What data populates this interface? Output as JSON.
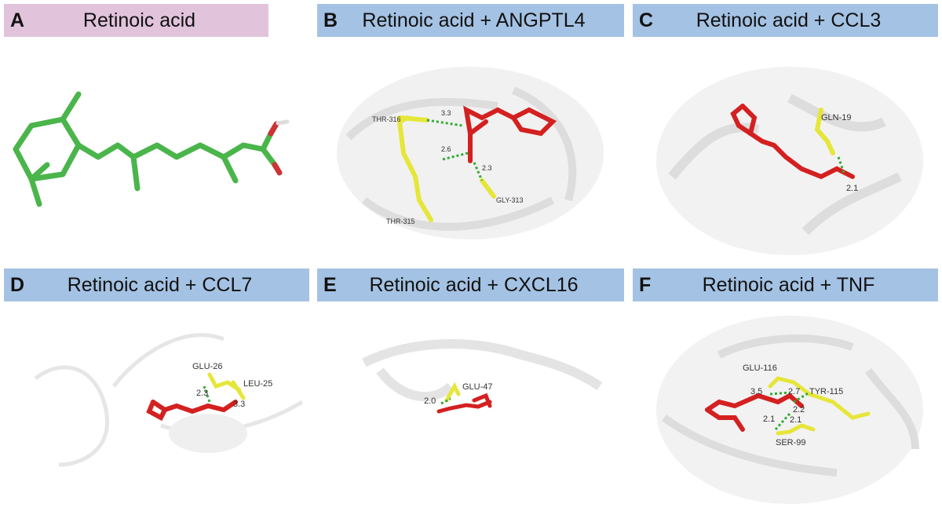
{
  "panels": [
    {
      "letter": "A",
      "title": "Retinoic acid",
      "color": "#e1c4dc"
    },
    {
      "letter": "B",
      "title": "Retinoic acid + ANGPTL4",
      "color": "#a4c2e3",
      "residues": [
        "THR-316",
        "THR-315",
        "GLY-313"
      ],
      "distances": [
        "3.3",
        "2.6",
        "2.3"
      ]
    },
    {
      "letter": "C",
      "title": "Retinoic acid + CCL3",
      "color": "#a4c2e3",
      "residues": [
        "GLN-19"
      ],
      "distances": [
        "2.1"
      ]
    },
    {
      "letter": "D",
      "title": "Retinoic acid + CCL7",
      "color": "#a4c2e3",
      "residues": [
        "GLU-26",
        "LEU-25"
      ],
      "distances": [
        "2.3",
        "3.3"
      ]
    },
    {
      "letter": "E",
      "title": "Retinoic acid + CXCL16",
      "color": "#a4c2e3",
      "residues": [
        "GLU-47"
      ],
      "distances": [
        "2.0"
      ]
    },
    {
      "letter": "F",
      "title": "Retinoic acid + TNF",
      "color": "#a4c2e3",
      "residues": [
        "GLU-116",
        "TYR-115",
        "SER-99"
      ],
      "distances": [
        "3.5",
        "2.7",
        "2.2",
        "2.1",
        "2.1"
      ]
    }
  ]
}
